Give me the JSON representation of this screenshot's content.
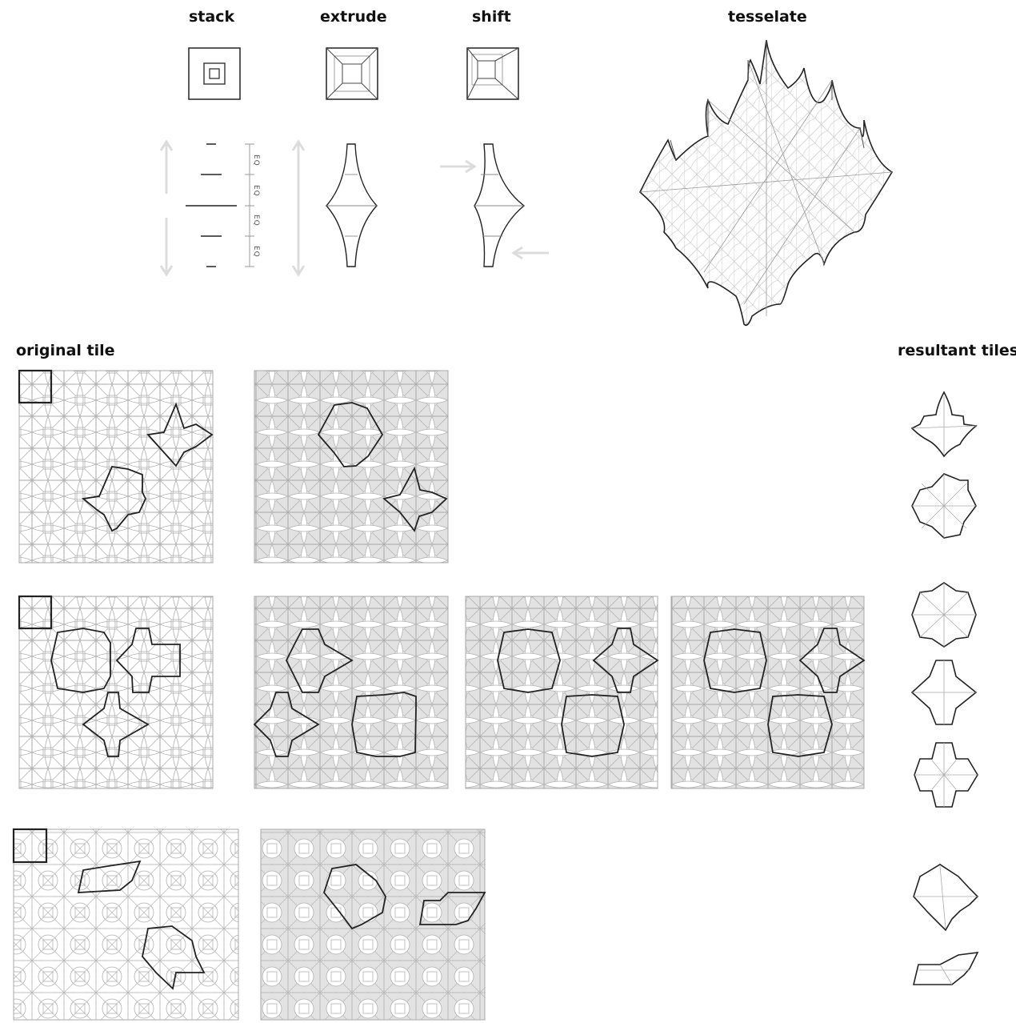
{
  "labels": {
    "stack": "stack",
    "extrude": "extrude",
    "shift": "shift",
    "tesselate": "tesselate",
    "original_tile": "original tile",
    "resultant_tiles": "resultant tiles"
  },
  "eq_marks": [
    "EQ",
    "EQ",
    "EQ",
    "EQ"
  ],
  "colors": {
    "line": "#222222",
    "grid": "#a8a8a8",
    "shade": "#e2e2e2",
    "arrow": "#dcdcdc"
  }
}
